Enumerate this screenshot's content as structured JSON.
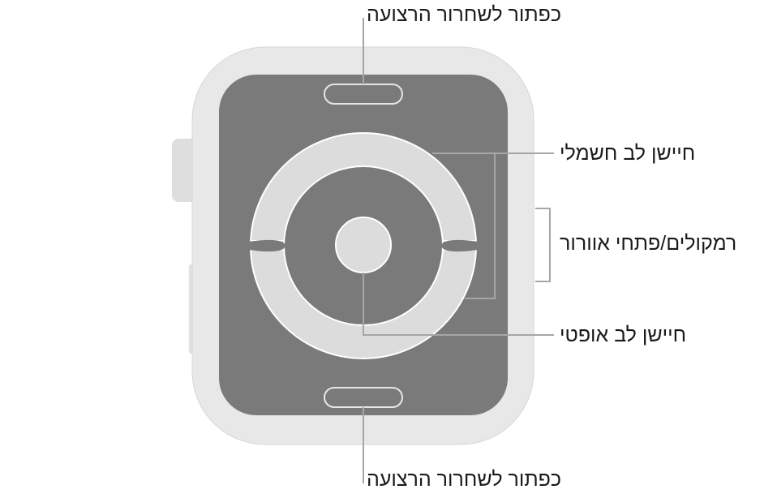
{
  "labels": {
    "band_release_top": "כפתור לשחרור הרצועה",
    "band_release_bottom": "כפתור לשחרור הרצועה",
    "electrical_heart_sensor": "חיישן לב חשמלי",
    "speakers_vents": "רמקולים/פתחי אוורור",
    "optical_heart_sensor": "חיישן לב אופטי"
  },
  "colors": {
    "case": "#e8e8e8",
    "case_edge": "#d9d9d9",
    "back_panel": "#7a7a7a",
    "sensor_ring": "#dcdcdc",
    "leader_line": "#a6a6a6",
    "text": "#1a1a1a"
  }
}
